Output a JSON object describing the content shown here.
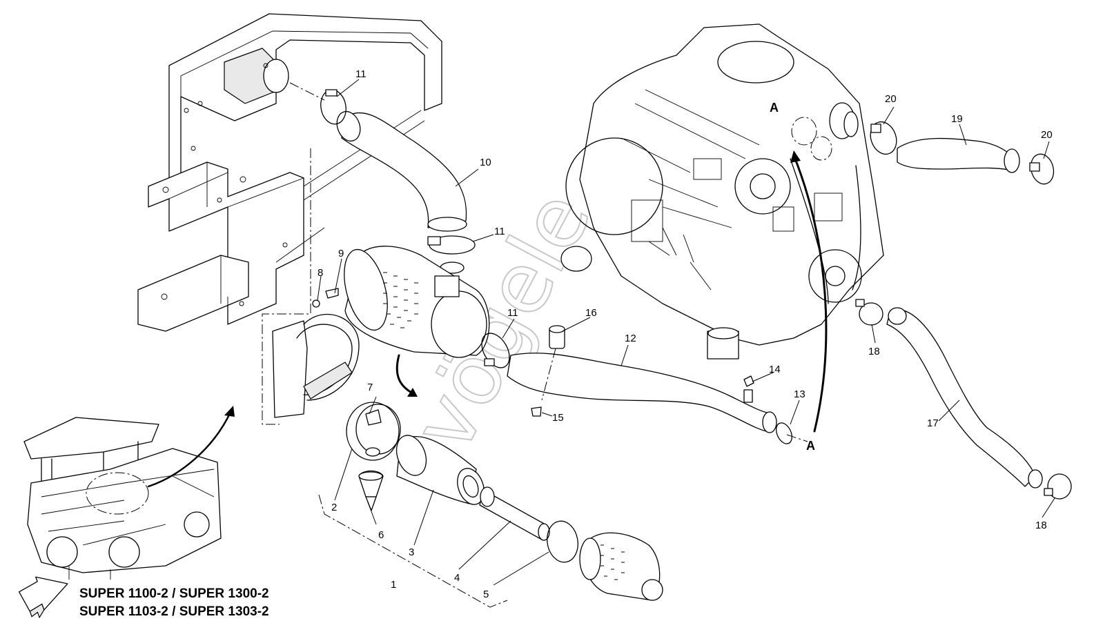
{
  "callouts": {
    "c1": "1",
    "c2": "2",
    "c3": "3",
    "c4": "4",
    "c5": "5",
    "c6": "6",
    "c7": "7",
    "c8": "8",
    "c9": "9",
    "c10": "10",
    "c11a": "11",
    "c11b": "11",
    "c11c": "11",
    "c12": "12",
    "c13": "13",
    "c14": "14",
    "c15": "15",
    "c16": "16",
    "c17": "17",
    "c18a": "18",
    "c18b": "18",
    "c19": "19",
    "c20a": "20",
    "c20b": "20"
  },
  "markers": {
    "a_top": "A",
    "a_bottom": "A"
  },
  "models": {
    "line1": "SUPER 1100-2 / SUPER 1300-2",
    "line2": "SUPER 1103-2 / SUPER 1303-2"
  },
  "watermark": "vögele",
  "icons": {
    "arrow": "direction-arrow",
    "machine": "paver-thumbnail"
  }
}
